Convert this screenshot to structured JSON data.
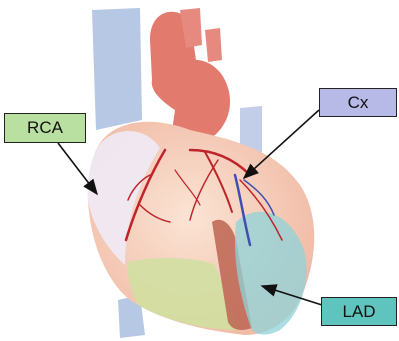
{
  "labels": {
    "rca": {
      "text": "RCA",
      "color": "#b9dfa1"
    },
    "cx": {
      "text": "Cx",
      "color": "#b7b9e6"
    },
    "lad": {
      "text": "LAD",
      "color": "#5ec4bd"
    }
  },
  "colors": {
    "vena_cava": "#a9bedf",
    "aorta": "#e37a6e",
    "heart_base": "#f6d0c0",
    "right_ventricle": "#efeaf6",
    "inferior_region": "#cfe0a0",
    "lad_territory": "#8fd3d9",
    "septum": "#c06a58",
    "coronary_artery": "#c0242a",
    "circumflex_branch": "#3f4fb0",
    "leader_line": "#111111"
  },
  "icons": [
    "heart-illustration",
    "pointer-arrow-icon"
  ]
}
